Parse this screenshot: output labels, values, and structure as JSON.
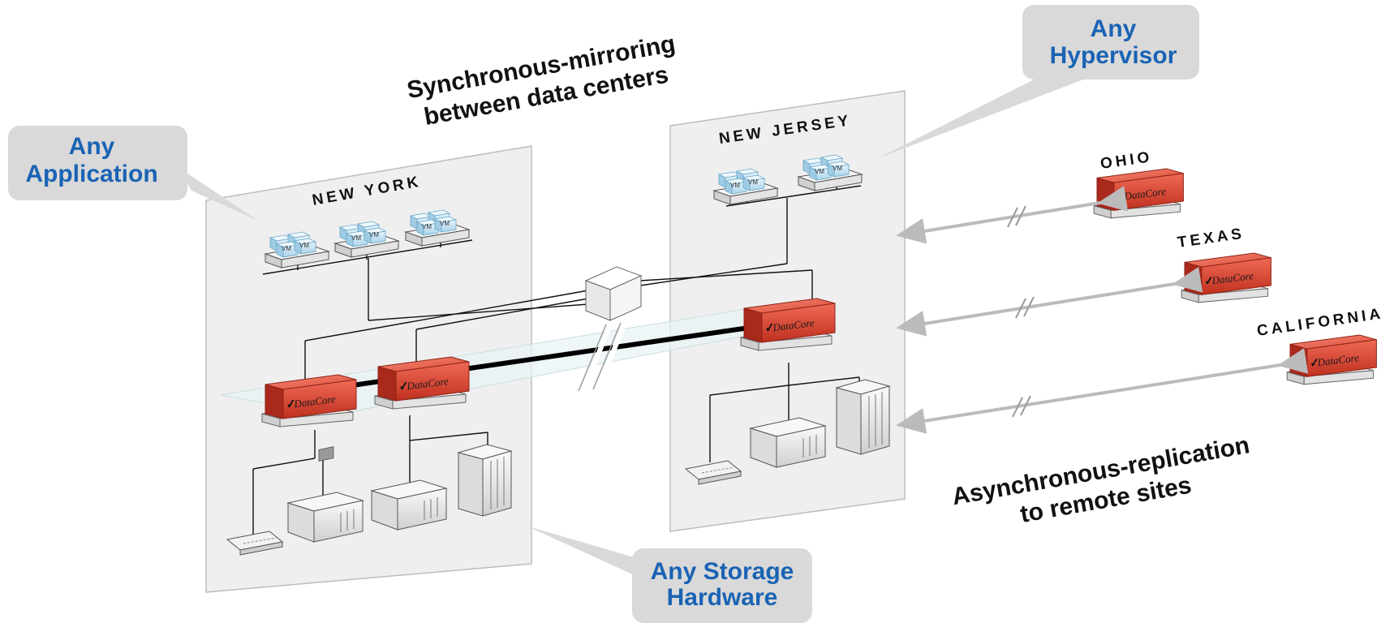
{
  "callouts": {
    "application": [
      "Any",
      "Application"
    ],
    "hypervisor": [
      "Any",
      "Hypervisor"
    ],
    "storage": [
      "Any Storage",
      "Hardware"
    ]
  },
  "captions": {
    "sync": [
      "Synchronous-mirroring",
      "between data centers"
    ],
    "async": [
      "Asynchronous-replication",
      "to remote sites"
    ]
  },
  "sites": {
    "new_york": "NEW YORK",
    "new_jersey": "NEW JERSEY",
    "ohio": "OHIO",
    "texas": "TEXAS",
    "california": "CALIFORNIA"
  },
  "vm_label": "VM",
  "logo": "DataCore",
  "colors": {
    "callout_bg": "#d9d9d9",
    "callout_text": "#1a63b4",
    "datacore_red": "#d9402c",
    "panel": "#eeeeee"
  }
}
